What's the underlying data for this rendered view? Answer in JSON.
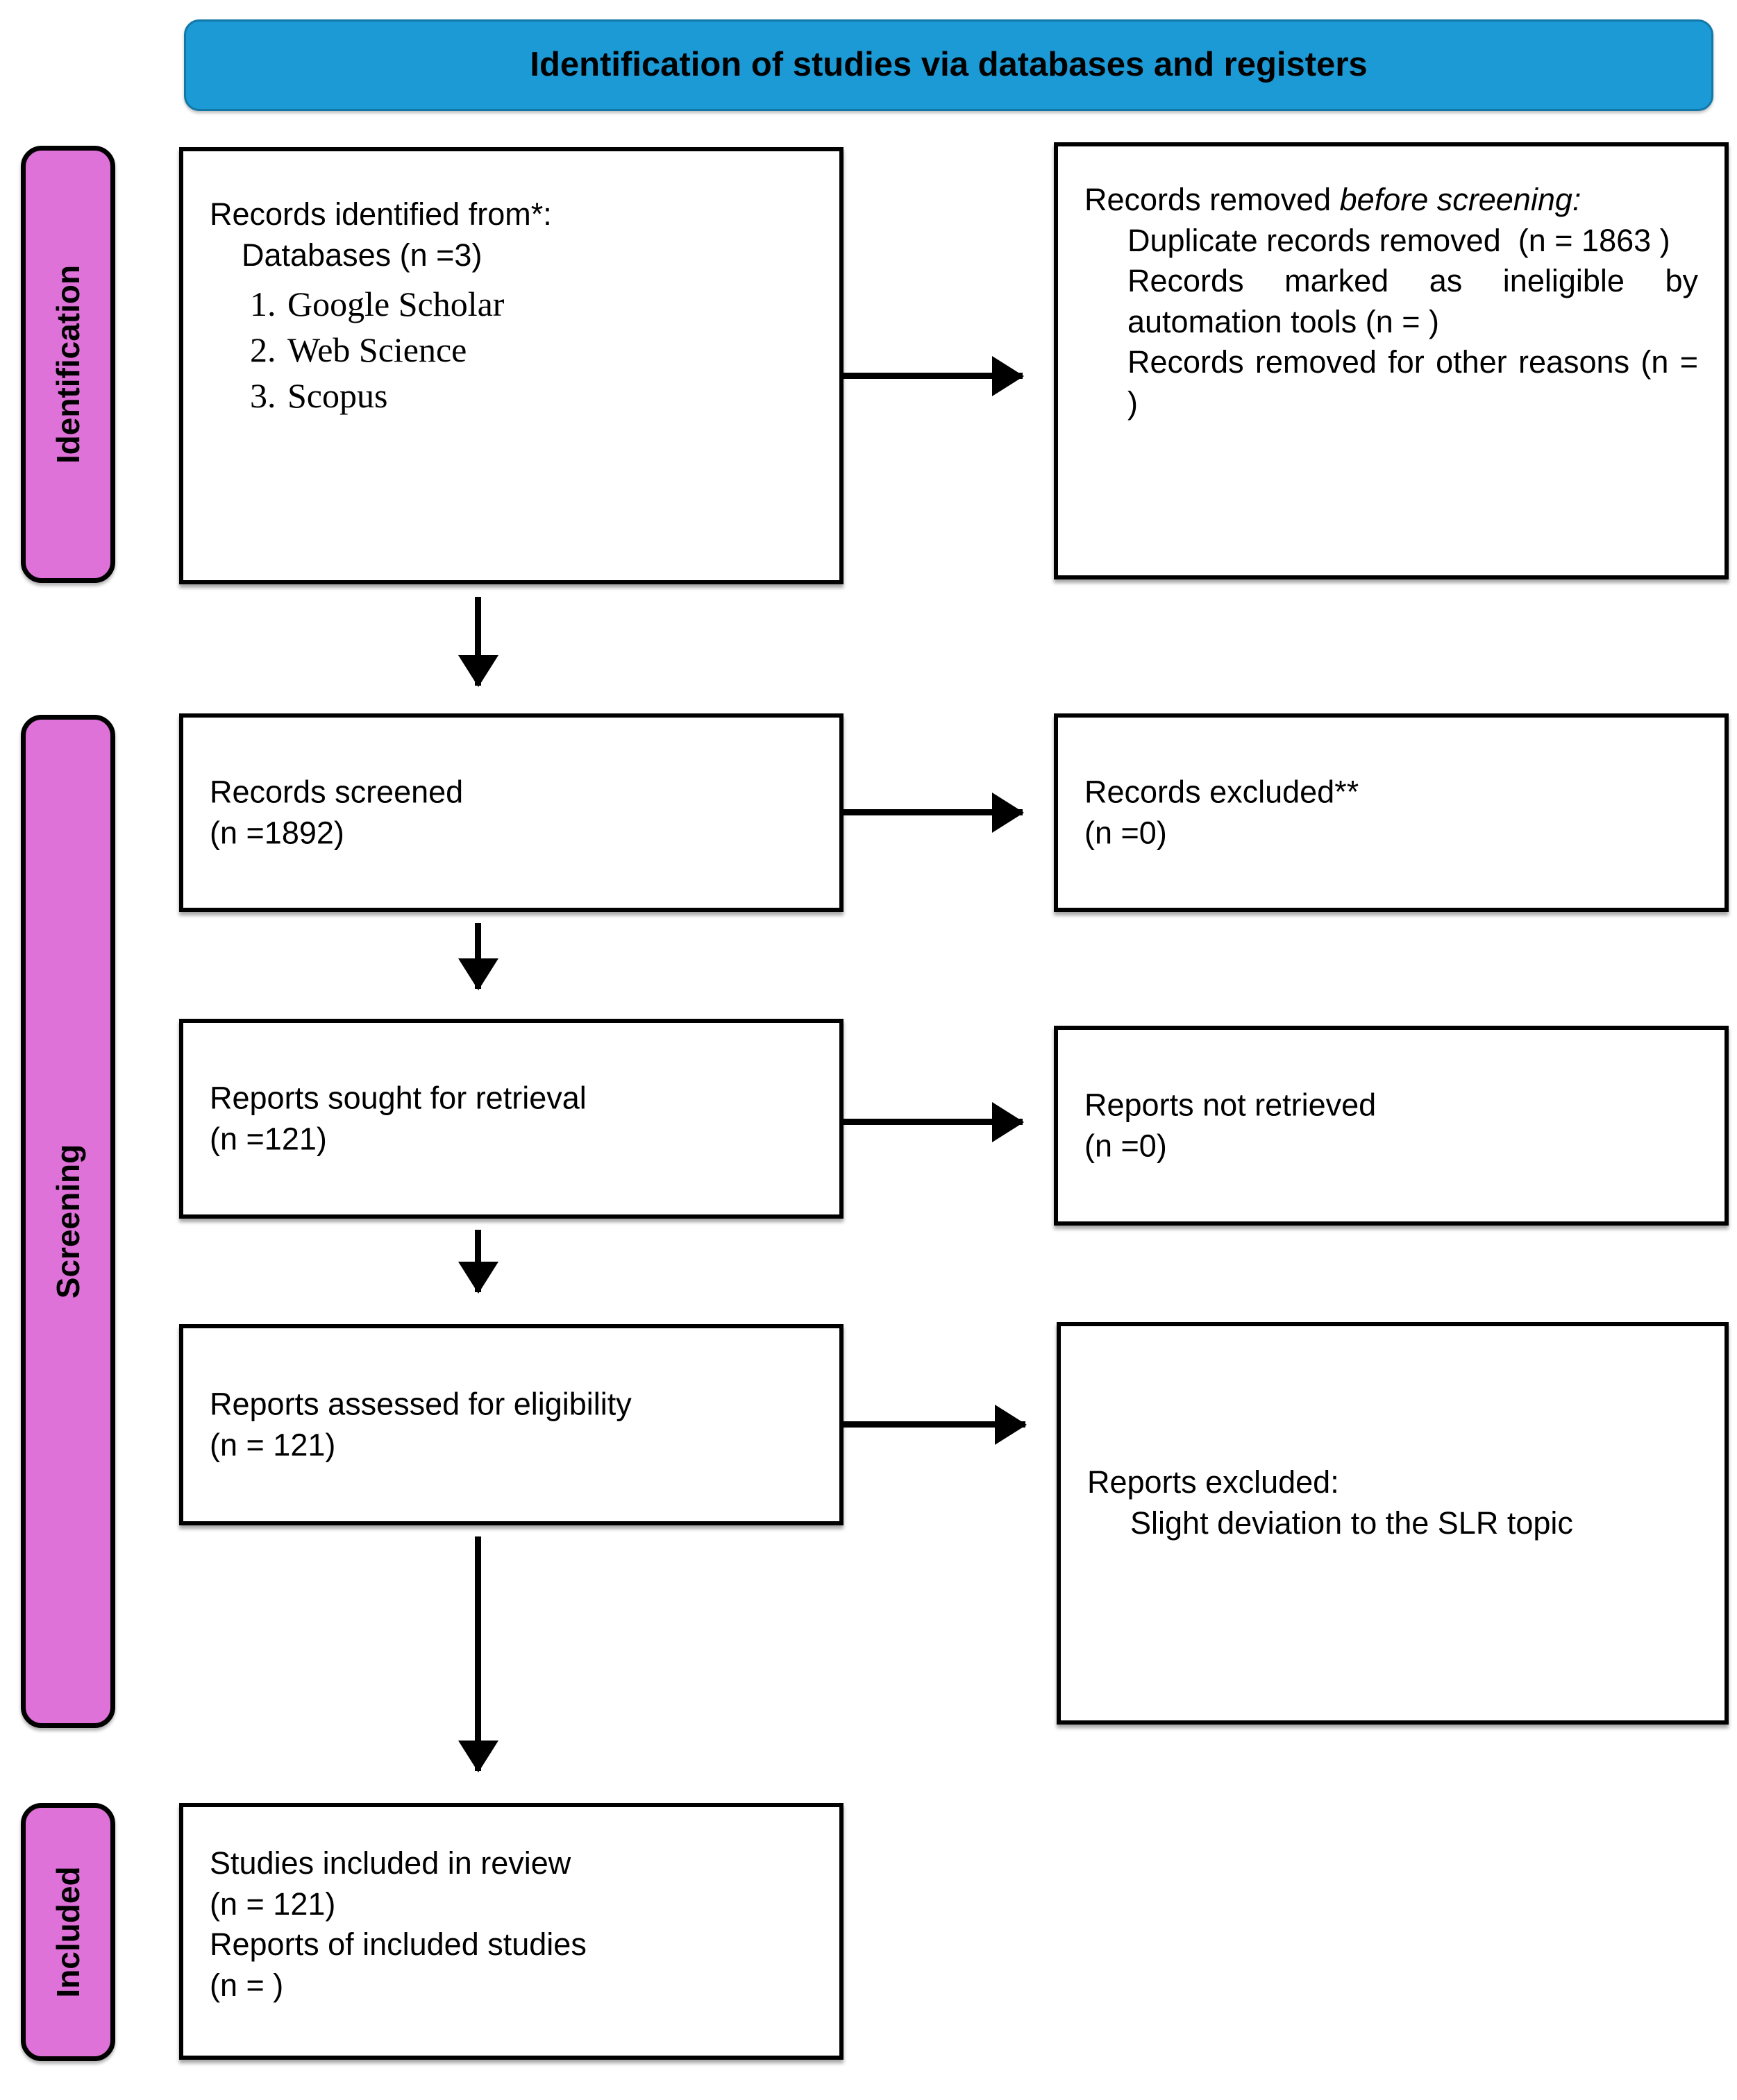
{
  "banner": {
    "title": "Identification of studies via databases and registers",
    "color": "#1C9AD6"
  },
  "stages": {
    "identification": "Identification",
    "screening": "Screening",
    "included": "Included",
    "color": "#DE72D8"
  },
  "boxes": {
    "identified": {
      "line1": "Records identified from*:",
      "line2": "Databases (n =3)",
      "items": [
        {
          "num": "1.",
          "label": "Google Scholar"
        },
        {
          "num": "2.",
          "label": "Web Science"
        },
        {
          "num": "3.",
          "label": "Scopus"
        }
      ]
    },
    "removed_before": {
      "heading_plain": "Records removed ",
      "heading_italic": "before screening",
      "heading_colon": ":",
      "line1": "Duplicate records removed  (n = 1863 )",
      "line2": "Records marked as ineligible by automation tools (n = )",
      "line3": "Records removed for other reasons (n = )"
    },
    "screened": {
      "line1": "Records screened",
      "line2": "(n =1892)"
    },
    "excluded": {
      "line1": "Records excluded**",
      "line2": "(n =0)"
    },
    "sought": {
      "line1": "Reports sought for retrieval",
      "line2": "(n =121)"
    },
    "not_retrieved": {
      "line1": "Reports not retrieved",
      "line2": "(n =0)"
    },
    "assessed": {
      "line1": "Reports assessed for eligibility",
      "line2": "(n = 121)"
    },
    "reports_excluded": {
      "line1": "Reports excluded:",
      "line2": "Slight deviation to the SLR topic"
    },
    "included": {
      "line1": "Studies included in review",
      "line2": "(n = 121)",
      "line3": "Reports of included studies",
      "line4": "(n = )"
    }
  }
}
